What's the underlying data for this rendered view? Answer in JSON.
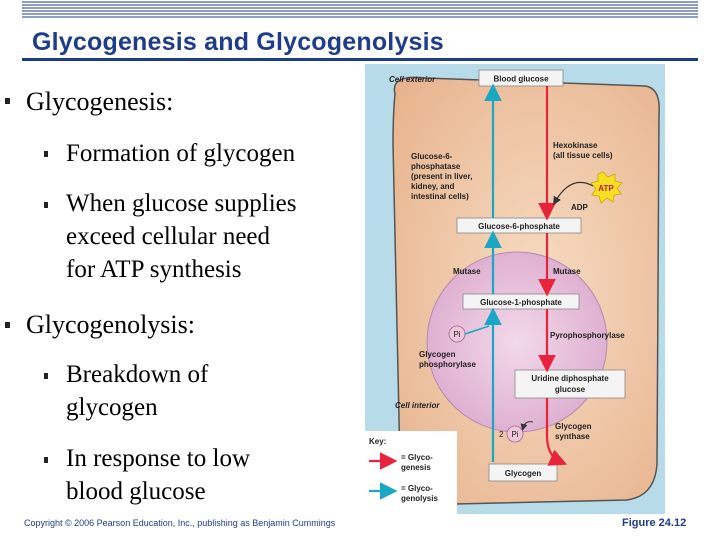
{
  "header": {
    "title": "Glycogenesis and Glycogenolysis"
  },
  "bullets": {
    "glycogenesis": {
      "label": "Glycogenesis:",
      "sub1": "Formation of glycogen",
      "sub2_l1": "When glucose supplies",
      "sub2_l2": "exceed cellular need",
      "sub2_l3": "for ATP synthesis"
    },
    "glycogenolysis": {
      "label": "Glycogenolysis:",
      "sub1_l1": "Breakdown of",
      "sub1_l2": "glycogen",
      "sub2_l1": "In response to low",
      "sub2_l2": "blood glucose"
    }
  },
  "diagram": {
    "cell_exterior": "Cell exterior",
    "cell_interior": "Cell interior",
    "blood_glucose": "Blood glucose",
    "g6p_l1": "Glucose-6-",
    "g6p_l2": "phosphatase",
    "g6p_l3": "(present in liver,",
    "g6p_l4": "kidney, and",
    "g6p_l5": "intestinal cells)",
    "hexokinase_l1": "Hexokinase",
    "hexokinase_l2": "(all tissue cells)",
    "atp": "ATP",
    "adp": "ADP",
    "glucose_6_phosphate": "Glucose-6-phosphate",
    "mutase_left": "Mutase",
    "mutase_right": "Mutase",
    "glucose_1_phosphate": "Glucose-1-phosphate",
    "pi": "Pi",
    "pyrophosphorylase": "Pyrophosphorylase",
    "glycogen_phosphorylase_l1": "Glycogen",
    "glycogen_phosphorylase_l2": "phosphorylase",
    "udp_glucose_l1": "Uridine diphosphate",
    "udp_glucose_l2": "glucose",
    "two": "2",
    "pi2": "Pi",
    "glycogen_synthase_l1": "Glycogen",
    "glycogen_synthase_l2": "synthase",
    "glycogen": "Glycogen",
    "key_title": "Key:",
    "key_glycogenesis_l1": "= Glyco-",
    "key_glycogenesis_l2": "genesis",
    "key_glycogenolysis_l1": "= Glyco-",
    "key_glycogenolysis_l2": "genolysis",
    "colors": {
      "glycogenesis": "#e8243c",
      "glycogenolysis": "#1aa7c4",
      "cell": "#f2c9a8",
      "nucleus": "#e6b9d8"
    }
  },
  "footer": {
    "copyright": "Copyright © 2006 Pearson Education, Inc., publishing as Benjamin Cummings",
    "figure": "Figure 24.12"
  }
}
